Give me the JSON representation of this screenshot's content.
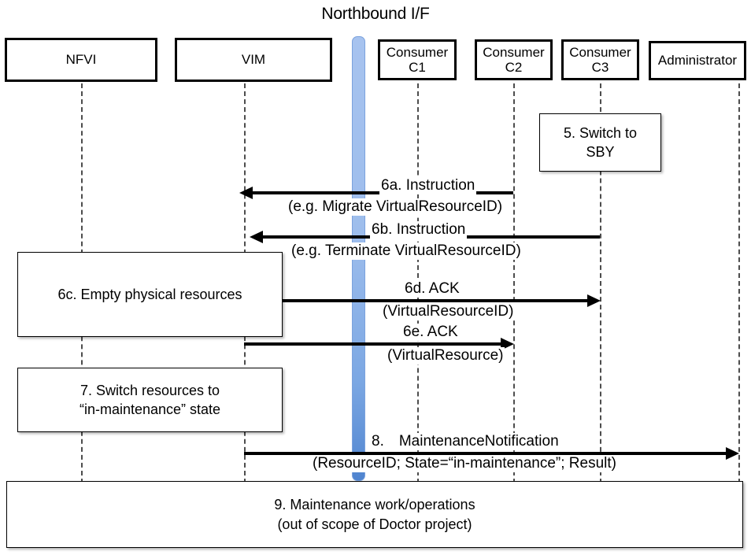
{
  "diagram": {
    "title": "Northbound I/F",
    "type": "sequence-diagram"
  },
  "actors": [
    {
      "id": "nfvi",
      "label": "NFVI"
    },
    {
      "id": "vim",
      "label": "VIM"
    },
    {
      "id": "c1",
      "label_line1": "Consumer",
      "label_line2": "C1"
    },
    {
      "id": "c2",
      "label_line1": "Consumer",
      "label_line2": "C2"
    },
    {
      "id": "c3",
      "label_line1": "Consumer",
      "label_line2": "C3"
    },
    {
      "id": "admin",
      "label": "Administrator"
    }
  ],
  "notes": {
    "switch_sby": {
      "line1": "5. Switch to",
      "line2": "SBY"
    },
    "empty_resources": {
      "line1": "6c. Empty physical resources"
    },
    "switch_maintenance": {
      "line1": "7. Switch resources to",
      "line2": "“in-maintenance” state"
    },
    "maintenance_work": {
      "line1": "9. Maintenance work/operations",
      "line2": "(out of scope of Doctor project)"
    }
  },
  "messages": [
    {
      "id": "6a",
      "label": "6a. Instruction",
      "sub": "(e.g. Migrate VirtualResourceID)",
      "from": "c2",
      "to": "vim",
      "direction": "left"
    },
    {
      "id": "6b",
      "label": "6b. Instruction",
      "sub": "(e.g. Terminate VirtualResourceID)",
      "from": "c3",
      "to": "vim",
      "direction": "left"
    },
    {
      "id": "6d",
      "label": "6d. ACK",
      "sub": "(VirtualResourceID)",
      "from": "vim",
      "to": "c3",
      "direction": "right"
    },
    {
      "id": "6e",
      "label": "6e. ACK",
      "sub": "(VirtualResource)",
      "from": "vim",
      "to": "c2",
      "direction": "right"
    },
    {
      "id": "8",
      "label": "8. MaintenanceNotification",
      "sub": "(ResourceID; State=“in-maintenance”; Result)",
      "from": "vim",
      "to": "admin",
      "direction": "right"
    }
  ],
  "colors": {
    "northbound_bar_top": "#a7c3ef",
    "northbound_bar_bottom": "#4f84cf",
    "box_border": "#000000",
    "lifeline": "#4d4d4d",
    "background": "#ffffff"
  }
}
